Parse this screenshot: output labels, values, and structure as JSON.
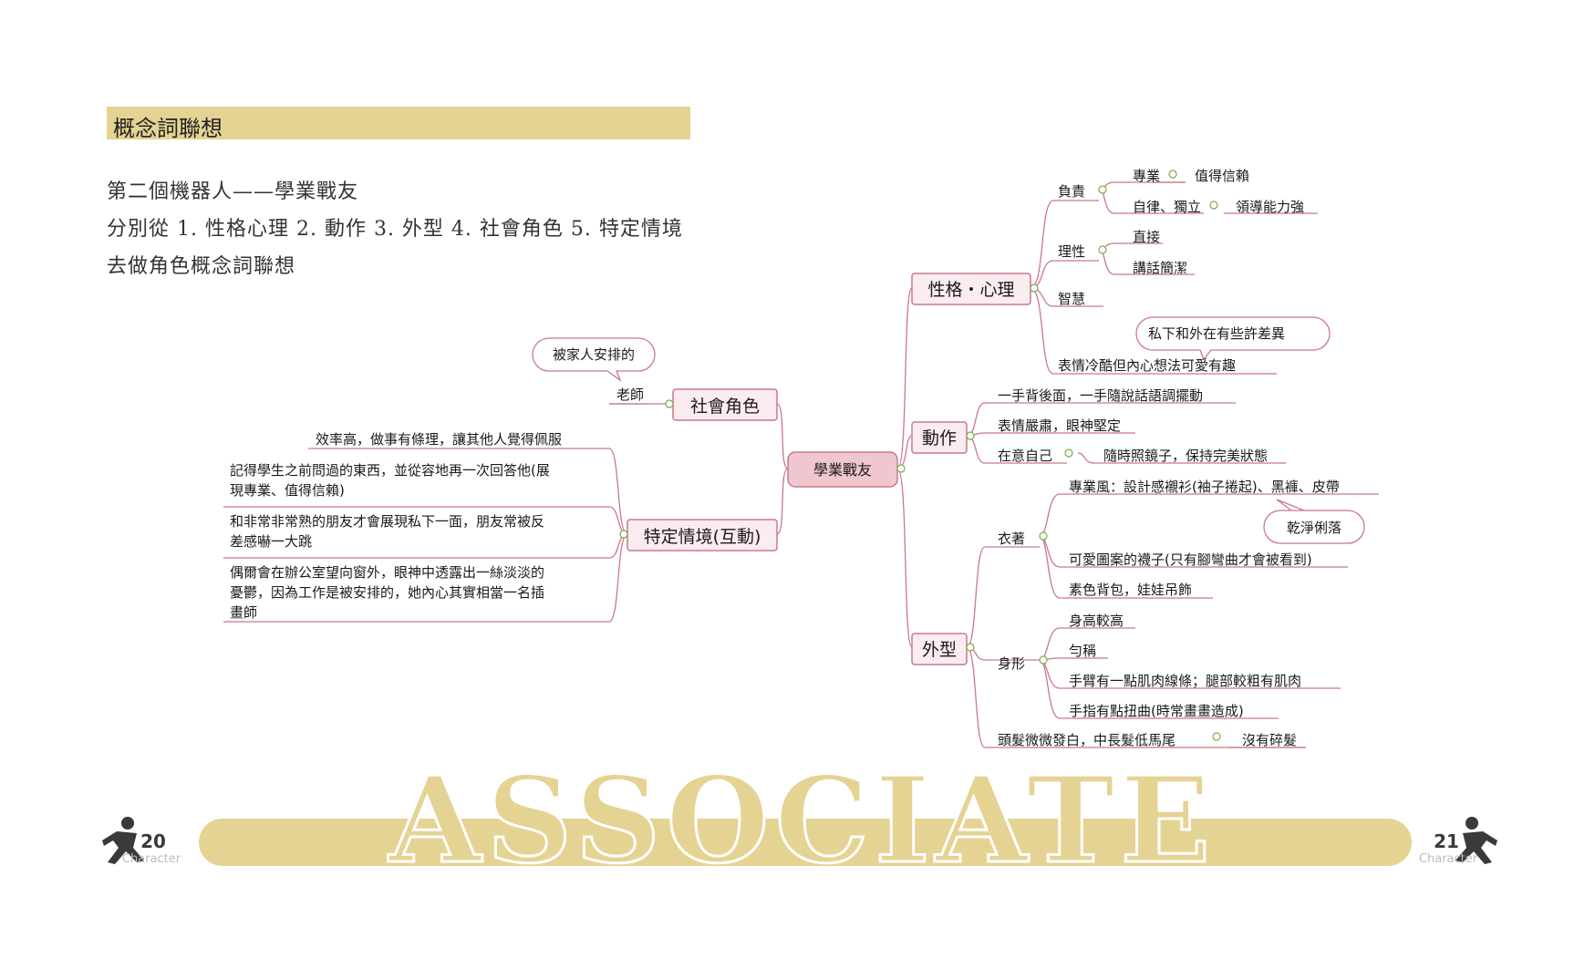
{
  "header": {
    "section_title": "概念詞聯想",
    "intro_lines": [
      "第二個機器人——學業戰友",
      "分別從 1. 性格心理 2. 動作 3. 外型 4. 社會角色 5. 特定情境",
      "去做角色概念詞聯想"
    ]
  },
  "mindmap": {
    "center": "學業戰友",
    "personality": {
      "label": "性格・心理",
      "responsible": {
        "label": "負責",
        "items": [
          [
            "專業",
            "值得信賴"
          ],
          [
            "自律、獨立",
            "領導能力強"
          ]
        ]
      },
      "rational": {
        "label": "理性",
        "items": [
          "直接",
          "講話簡潔"
        ]
      },
      "wisdom": "智慧",
      "expression": "表情冷酷但內心想法可愛有趣",
      "expression_note": "私下和外在有些許差異"
    },
    "action": {
      "label": "動作",
      "items": [
        "一手背後面，一手隨說話語調擺動",
        "表情嚴肅，眼神堅定"
      ],
      "self_care": {
        "label": "在意自己",
        "child": "隨時照鏡子，保持完美狀態"
      }
    },
    "appearance": {
      "label": "外型",
      "clothing": {
        "label": "衣著",
        "items": [
          "專業風：設計感襯衫(袖子捲起)、黑褲、皮帶",
          "可愛圖案的襪子(只有腳彎曲才會被看到)",
          "素色背包，娃娃吊飾"
        ],
        "note": "乾淨俐落"
      },
      "body": {
        "label": "身形",
        "items": [
          "身高較高",
          "勻稱",
          "手臂有一點肌肉線條；腿部較粗有肌肉",
          "手指有點扭曲(時常畫畫造成)"
        ]
      },
      "hair": {
        "label": "頭髮微微發白，中長髮低馬尾",
        "child": "沒有碎髮"
      }
    },
    "social": {
      "label": "社會角色",
      "teacher": "老師",
      "note": "被家人安排的"
    },
    "situation": {
      "label": "特定情境(互動)",
      "items": [
        [
          "效率高，做事有條理，讓其他人覺得佩服"
        ],
        [
          "記得學生之前問過的東西，並從容地再一次回答他(展",
          "現專業、值得信賴)"
        ],
        [
          "和非常非常熟的朋友才會展現私下一面，朋友常被反",
          "差感嚇一大跳"
        ],
        [
          "偶爾會在辦公室望向窗外，眼神中透露出一絲淡淡的",
          "憂鬱，因為工作是被安排的，她內心其實相當一名插",
          "畫師"
        ]
      ]
    }
  },
  "footer": {
    "banner_text": "ASSOCIATE",
    "left_page": "20",
    "right_page": "21",
    "page_caption": "Character",
    "banner_color": "#e5d393"
  }
}
